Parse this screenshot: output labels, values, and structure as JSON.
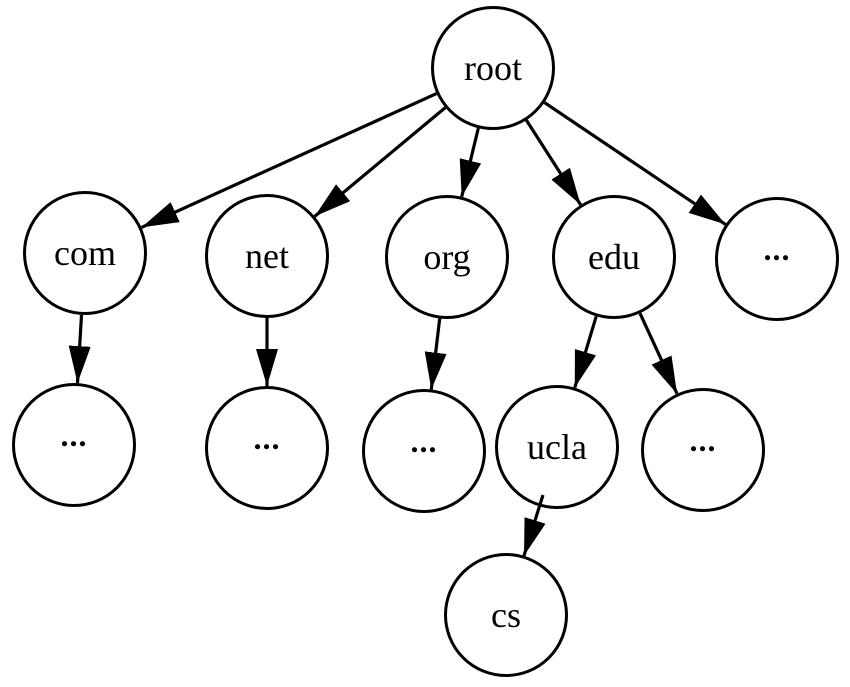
{
  "diagram": {
    "type": "tree",
    "colors": {
      "node_stroke": "#000000",
      "edge": "#000000",
      "text": "#000000",
      "background": "#ffffff"
    },
    "nodes": [
      {
        "id": "root",
        "label": "root"
      },
      {
        "id": "com",
        "label": "com"
      },
      {
        "id": "net",
        "label": "net"
      },
      {
        "id": "org",
        "label": "org"
      },
      {
        "id": "edu",
        "label": "edu"
      },
      {
        "id": "tld-more",
        "label": "..."
      },
      {
        "id": "com-more",
        "label": "..."
      },
      {
        "id": "net-more",
        "label": "..."
      },
      {
        "id": "org-more",
        "label": "..."
      },
      {
        "id": "ucla",
        "label": "ucla"
      },
      {
        "id": "edu-more",
        "label": "..."
      },
      {
        "id": "cs",
        "label": "cs"
      }
    ],
    "edges": [
      {
        "from": "root",
        "to": "com"
      },
      {
        "from": "root",
        "to": "net"
      },
      {
        "from": "root",
        "to": "org"
      },
      {
        "from": "root",
        "to": "edu"
      },
      {
        "from": "root",
        "to": "tld-more"
      },
      {
        "from": "com",
        "to": "com-more"
      },
      {
        "from": "net",
        "to": "net-more"
      },
      {
        "from": "org",
        "to": "org-more"
      },
      {
        "from": "edu",
        "to": "ucla"
      },
      {
        "from": "edu",
        "to": "edu-more"
      },
      {
        "from": "ucla",
        "to": "cs"
      }
    ]
  }
}
